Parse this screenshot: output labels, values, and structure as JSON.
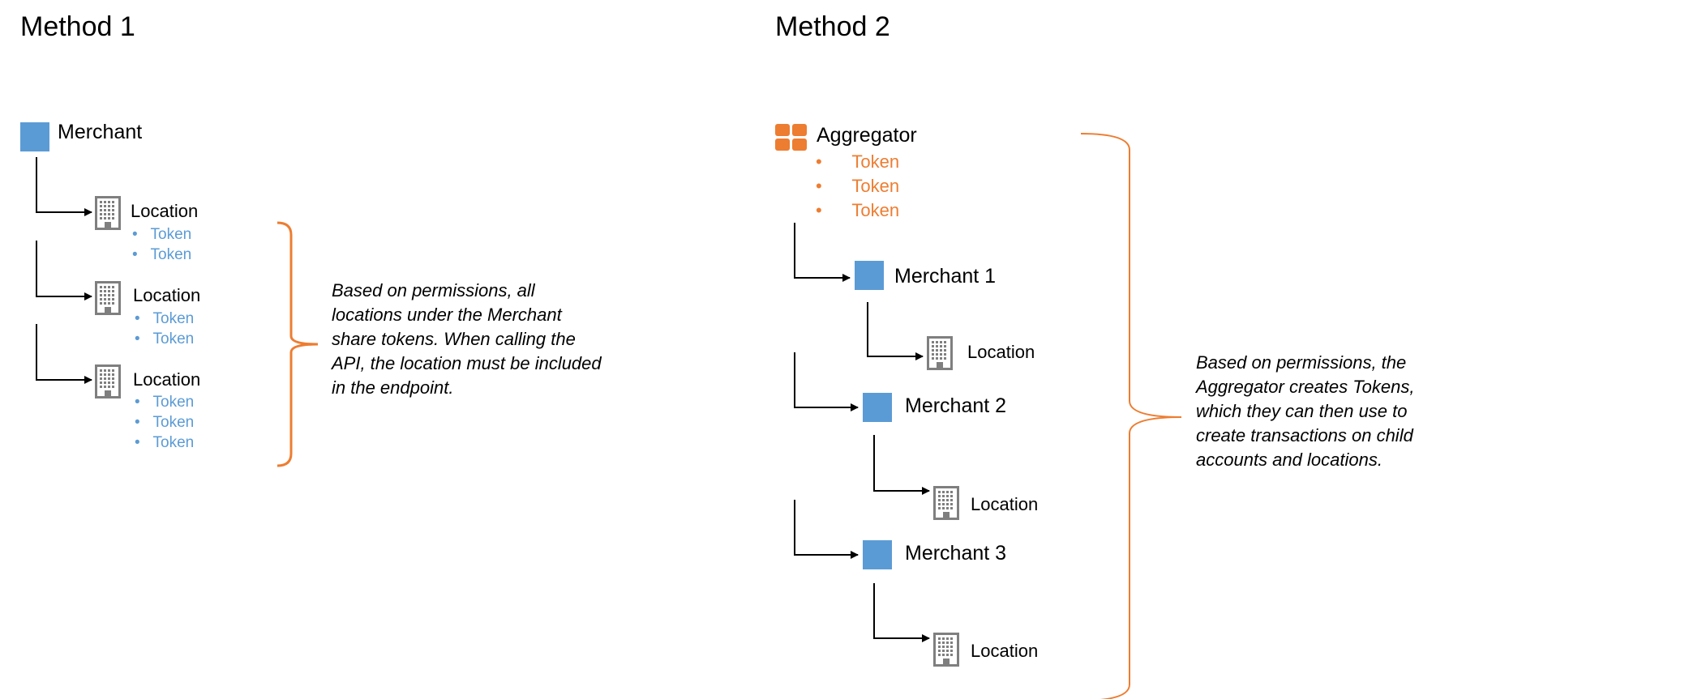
{
  "method1": {
    "title": "Method 1",
    "merchant": "Merchant",
    "locations": [
      {
        "label": "Location",
        "tokens": [
          "Token",
          "Token"
        ]
      },
      {
        "label": "Location",
        "tokens": [
          "Token",
          "Token"
        ]
      },
      {
        "label": "Location",
        "tokens": [
          "Token",
          "Token",
          "Token"
        ]
      }
    ],
    "note": [
      "Based on permissions, all",
      "locations under the Merchant",
      "share tokens. When calling the",
      "API, the location must be included",
      "in the endpoint."
    ]
  },
  "method2": {
    "title": "Method 2",
    "aggregator": "Aggregator",
    "aggregator_tokens": [
      "Token",
      "Token",
      "Token"
    ],
    "merchants": [
      {
        "label": "Merchant 1",
        "location": "Location"
      },
      {
        "label": "Merchant 2",
        "location": "Location"
      },
      {
        "label": "Merchant 3",
        "location": "Location"
      }
    ],
    "note": [
      "Based on permissions, the",
      "Aggregator creates Tokens,",
      "which they can then use to",
      "create transactions on child",
      "accounts and locations."
    ]
  },
  "colors": {
    "merchant_blue": "#5B9BD5",
    "aggregator_orange": "#ED7D31",
    "building_gray": "#7F7F7F",
    "connector": "#000000"
  },
  "icons": {
    "merchant": "square-icon",
    "aggregator": "grid-icon",
    "location": "building-icon"
  }
}
